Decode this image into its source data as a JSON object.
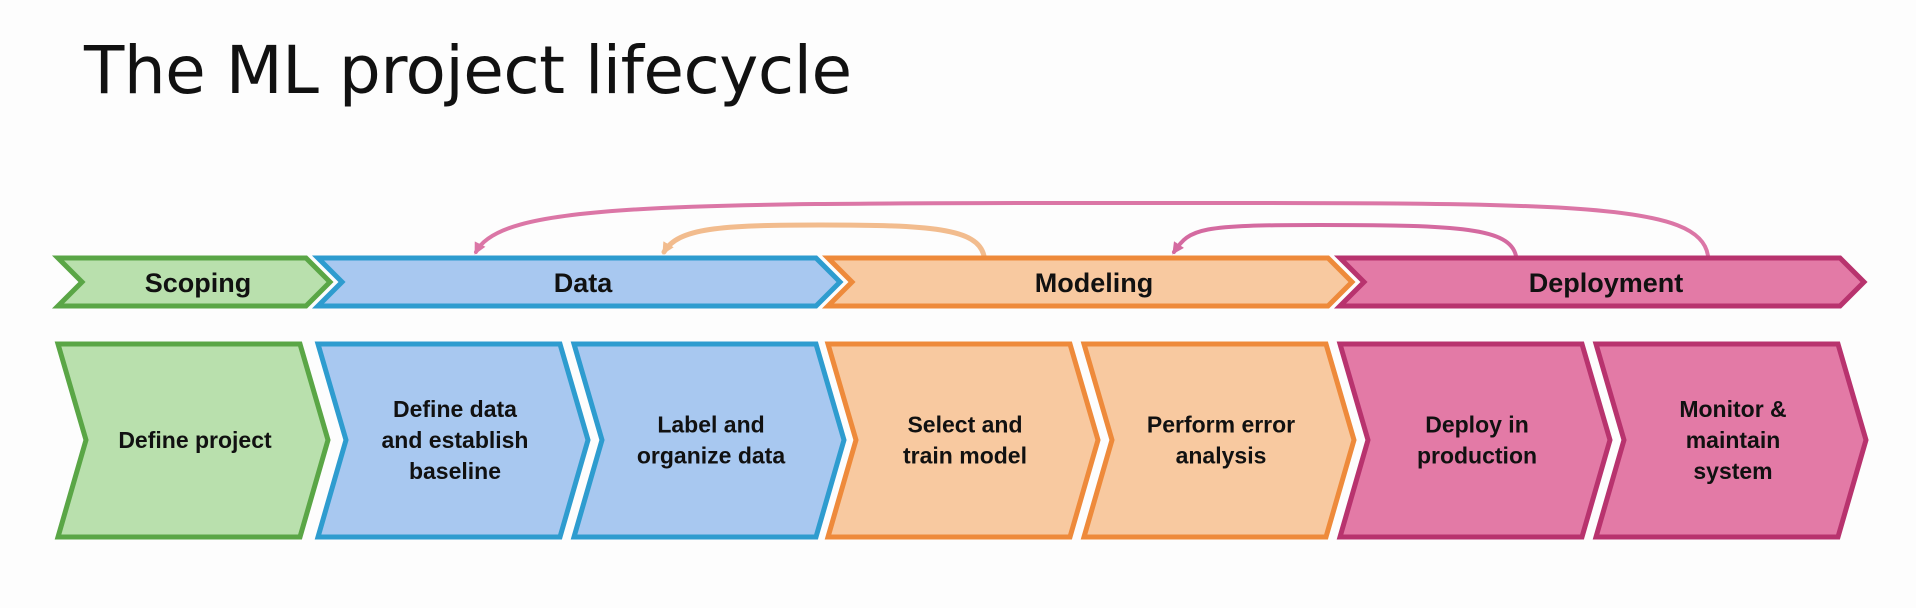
{
  "title": "The ML project lifecycle",
  "colors": {
    "scoping": {
      "fill": "#b9e0ad",
      "stroke": "#5aa646"
    },
    "data": {
      "fill": "#a8c8f0",
      "stroke": "#2e9ccf"
    },
    "modeling": {
      "fill": "#f8c9a0",
      "stroke": "#ee8a3b"
    },
    "deployment": {
      "fill": "#e37aa6",
      "stroke": "#b8336e"
    },
    "feedback_arrows": [
      "#db76a6",
      "#f2bc8e",
      "#d46aa0"
    ]
  },
  "stages": [
    {
      "id": "scoping",
      "label": "Scoping"
    },
    {
      "id": "data",
      "label": "Data"
    },
    {
      "id": "modeling",
      "label": "Modeling"
    },
    {
      "id": "deployment",
      "label": "Deployment"
    }
  ],
  "steps": [
    {
      "stage": "scoping",
      "lines": [
        "Define project"
      ]
    },
    {
      "stage": "data",
      "lines": [
        "Define data",
        "and establish",
        "baseline"
      ]
    },
    {
      "stage": "data",
      "lines": [
        "Label and",
        "organize data"
      ]
    },
    {
      "stage": "modeling",
      "lines": [
        "Select and",
        "train model"
      ]
    },
    {
      "stage": "modeling",
      "lines": [
        "Perform error",
        "analysis"
      ]
    },
    {
      "stage": "deployment",
      "lines": [
        "Deploy in",
        "production"
      ]
    },
    {
      "stage": "deployment",
      "lines": [
        "Monitor &",
        "maintain",
        "system"
      ]
    }
  ],
  "feedback_loops": [
    {
      "from": "deployment",
      "to": "data"
    },
    {
      "from": "modeling",
      "to": "data"
    },
    {
      "from": "deployment",
      "to": "modeling"
    }
  ]
}
